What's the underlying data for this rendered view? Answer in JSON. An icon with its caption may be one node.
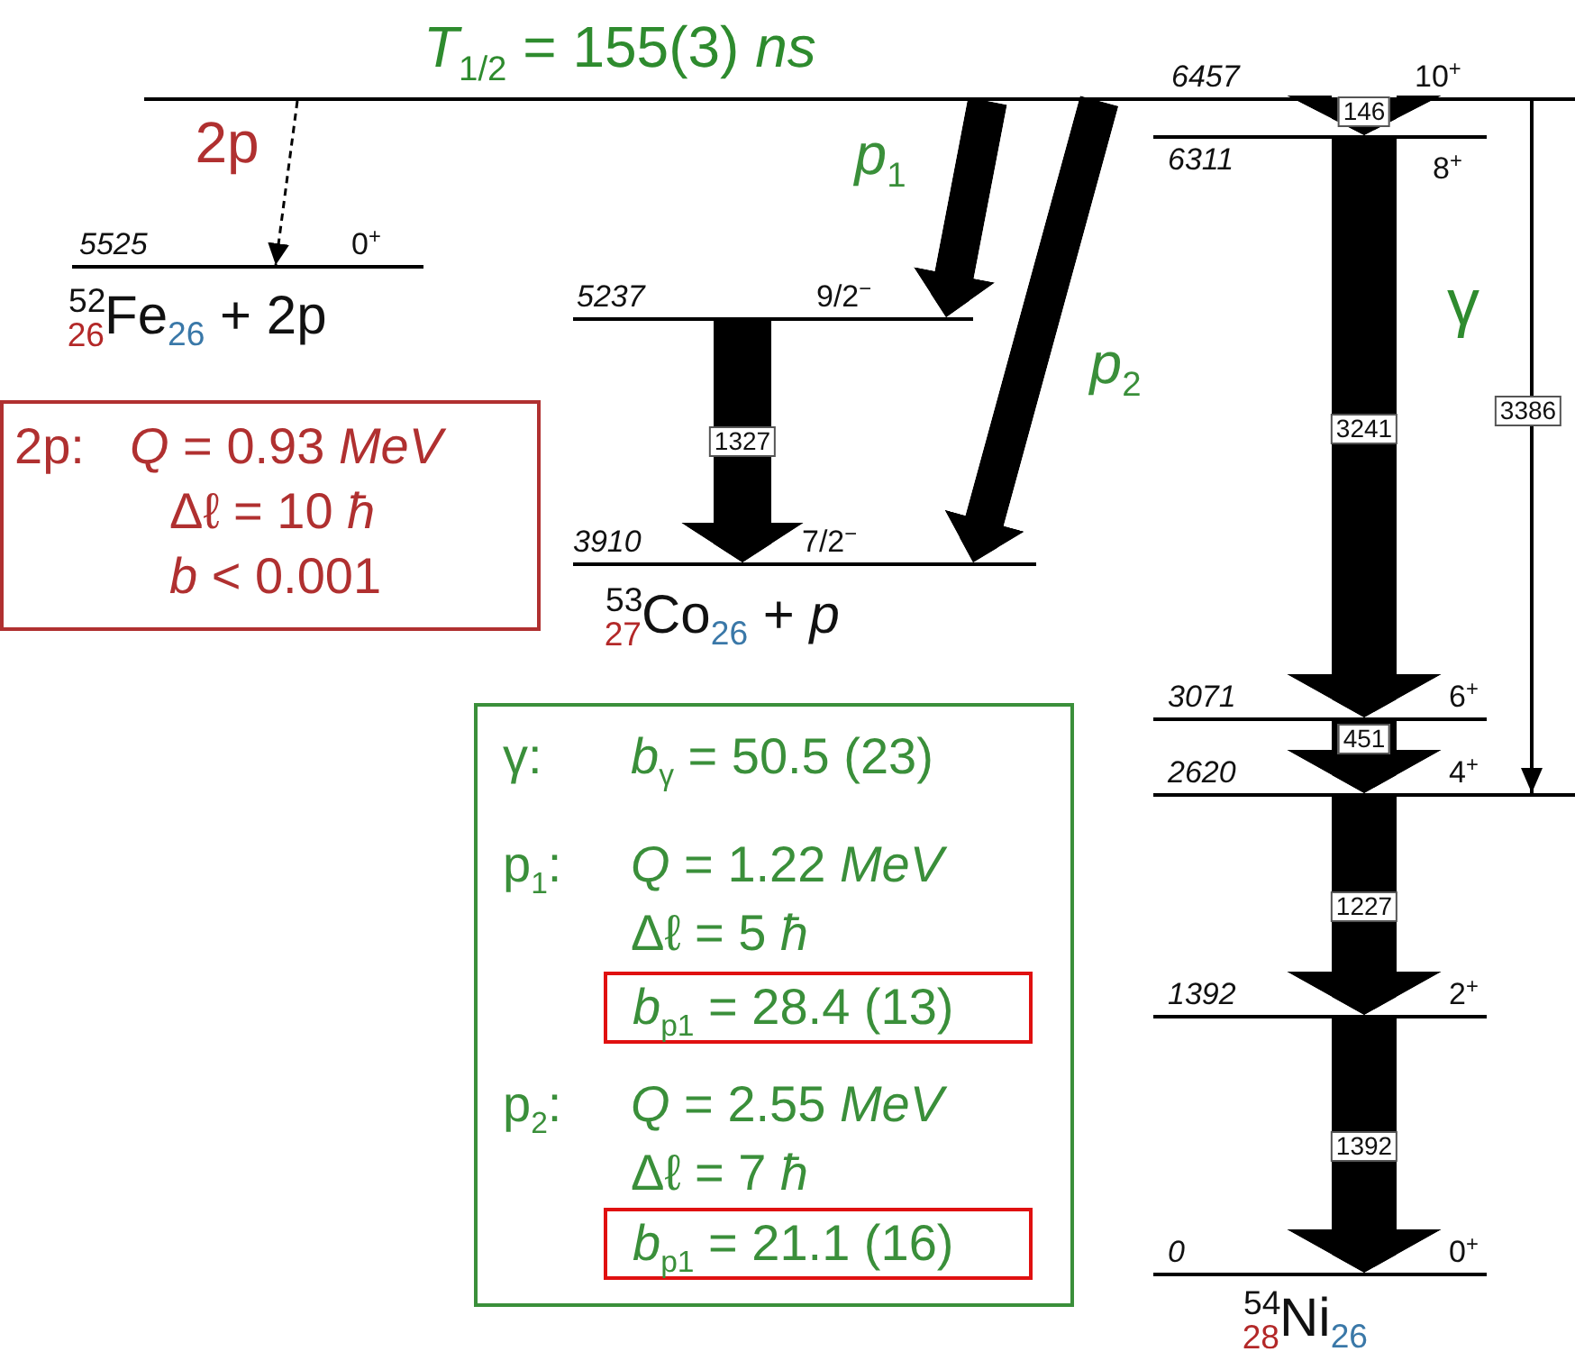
{
  "diagram": {
    "nodes": [
      {
        "text": [
          "6457",
          "10$^{+}$"
        ]
      },
      {
        "text": [
          "6311",
          "8$^{+}$"
        ]
      },
      {
        "text": [
          "3071",
          "6$^{+}$"
        ]
      },
      {
        "text": [
          "2620",
          "4$^{+}$"
        ]
      },
      {
        "text": [
          "1392",
          "2$^{+}$"
        ]
      },
      {
        "text": [
          "0",
          "0$^{+}$"
        ],
        "beside": [
          "$^{54}$$_{28}$Ni$_{26}$"
        ]
      },
      {
        "text": [
          "5237",
          "9/2$^{−}$"
        ]
      },
      {
        "text": [
          "3910",
          "7/2$^{−}$"
        ],
        "beside": [
          "$^{53}$$_{27}$Co$_{26}$ + *p*"
        ]
      },
      {
        "text": [
          "5525",
          "0$^{+}$"
        ],
        "beside": [
          "$^{52}$$_{26}$Fe$_{26}$ + 2p"
        ]
      },
      {
        "text": [
          "2p:",
          "*Q* = 0.93 *MeV*",
          "Δℓ = 10 *ħ*",
          "*b* < 0.001"
        ]
      },
      {
        "text": [
          "γ:",
          "*b*$_{γ}$ = 50.5 (23)",
          "p$_{1}$:",
          "*Q* = 1.22 *MeV*",
          "Δℓ = 5 *ħ*",
          "p$_{2}$:",
          "*Q* = 2.55 *MeV*",
          "Δℓ = 7 *ħ*"
        ]
      },
      {
        "text": [
          "*b*$_{p1}$ = 28.4 (13)"
        ],
        "in": 10
      },
      {
        "text": [
          "*b*$_{p1}$ = 21.1 (16)"
        ],
        "in": 10
      }
    ],
    "edges": [
      {
        "from": 0,
        "to": 8,
        "arrow": "to",
        "label": "2p",
        "style": "dashed"
      },
      {
        "from": 0,
        "to": 6,
        "arrow": "to",
        "label": "*p*$_{1}$"
      },
      {
        "from": 0,
        "to": 7,
        "arrow": "to",
        "label": "*p*$_{2}$"
      },
      {
        "from": 6,
        "to": 7,
        "arrow": "to",
        "label": "1327"
      },
      {
        "from": 0,
        "to": 1,
        "arrow": "to",
        "label": "146"
      },
      {
        "from": 1,
        "to": 2,
        "arrow": "to",
        "label": "3241"
      },
      {
        "from": 2,
        "to": 3,
        "arrow": "to",
        "label": "451"
      },
      {
        "from": 3,
        "to": 4,
        "arrow": "to",
        "label": "1227"
      },
      {
        "from": 4,
        "to": 5,
        "arrow": "to",
        "label": "1392"
      },
      {
        "from": 0,
        "to": 3,
        "arrow": "to",
        "label": "3386"
      }
    ],
    "labels": [
      "*T*$_{1/2}$ = 155(3) *ns*",
      "γ"
    ]
  }
}
